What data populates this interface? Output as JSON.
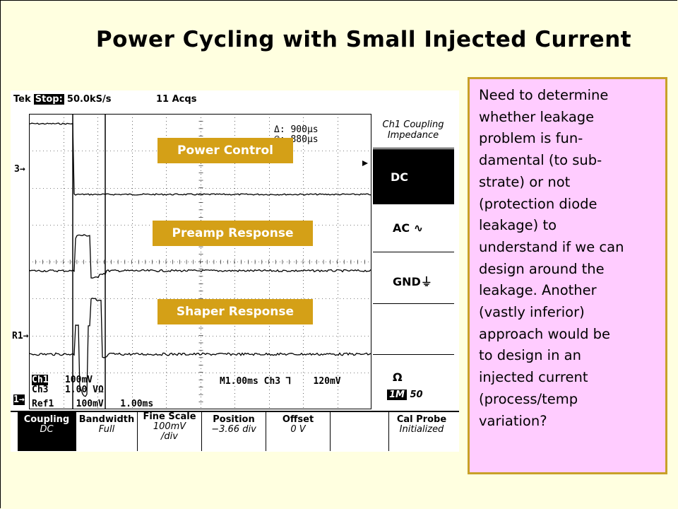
{
  "slide": {
    "title": "Power Cycling with Small Injected Current"
  },
  "scope": {
    "brand": "Tek",
    "run_state": "Stop:",
    "sample_rate": "50.0kS/s",
    "acquisitions": "11 Acqs",
    "cursor_delta": "Δ: 900μs",
    "cursor_at": "@: 880μs",
    "ch_markers": [
      "3",
      "R1",
      "1"
    ],
    "labels": {
      "power": "Power Control",
      "preamp": "Preamp Response",
      "shaper": "Shaper Response"
    },
    "side_menu": {
      "title": "Ch1 Coupling Impedance",
      "title_line1": "Ch1 Coupling",
      "title_line2": "Impedance",
      "dc": "DC",
      "ac": "AC",
      "gnd": "GND",
      "ohm": "Ω",
      "ohm_badge": "1M",
      "ohm_value": "50"
    },
    "readouts": {
      "ch1": "Ch1",
      "ch1_scale": "100mV",
      "ch3": "Ch3",
      "ch3_scale": "1.00 V",
      "ch3_suffix": "Ω",
      "ref1": "Ref1",
      "ref1_scale": "100mV",
      "ref1_time": "1.00ms",
      "timebase": "M1.00ms",
      "trigger_src": "Ch3",
      "trigger_level": "120mV"
    },
    "softkeys": [
      {
        "title": "Coupling",
        "value": "DC"
      },
      {
        "title": "Bandwidth",
        "value": "Full"
      },
      {
        "title": "Fine Scale",
        "value": "100mV",
        "value2": "/div"
      },
      {
        "title": "Position",
        "value": "−3.66 div"
      },
      {
        "title": "Offset",
        "value": "0 V"
      },
      {
        "title": "Cal Probe",
        "value": "Initialized"
      }
    ]
  },
  "note": {
    "text": "Need to determine\nwhether leakage\nproblem is fun-\ndamental (to sub-\nstrate) or not\n(protection diode\nleakage) to\nunderstand if we can\ndesign around the\nleakage. Another\n(vastly inferior)\napproach would be\nto design in an\ninjected current\n(process/temp\nvariation?"
  },
  "colors": {
    "background": "#ffffe0",
    "label_bg": "#d4a017",
    "note_bg": "#ffccff",
    "note_border": "#c8a028"
  }
}
